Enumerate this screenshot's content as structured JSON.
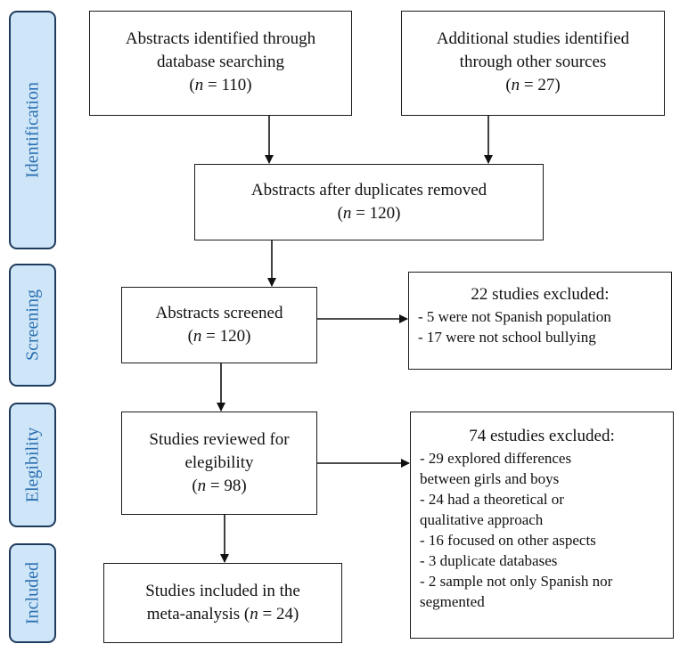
{
  "phases": {
    "identification": "Identification",
    "screening": "Screening",
    "elegibility": "Elegibility",
    "included": "Included"
  },
  "boxes": {
    "database": {
      "line1": "Abstracts identified through",
      "line2": "database searching",
      "n_prefix": "n",
      "n_value": " = 110"
    },
    "other": {
      "line1": "Additional studies identified",
      "line2": "through other sources",
      "n_prefix": "n",
      "n_value": " = 27"
    },
    "duplicates": {
      "line1": "Abstracts after duplicates removed",
      "n_prefix": "n",
      "n_value": " = 120"
    },
    "screened": {
      "line1": "Abstracts screened",
      "n_prefix": "n",
      "n_value": " = 120"
    },
    "reviewed": {
      "line1": "Studies reviewed for",
      "line2": "elegibility",
      "n_prefix": "n",
      "n_value": " = 98"
    },
    "included": {
      "line1": "Studies included in the",
      "line2_text": "meta-analysis (",
      "n_prefix": "n",
      "n_value": " = 24)"
    }
  },
  "exclusions": {
    "screening": {
      "title": "22 studies excluded:",
      "items": [
        "- 5 were not Spanish population",
        "- 17 were not school bullying"
      ]
    },
    "elegibility": {
      "title": "74 estudies excluded:",
      "items": [
        "- 29 explored differences",
        "between girls and boys",
        "- 24 had a theoretical or",
        "qualitative approach",
        "- 16 focused on other aspects",
        "- 3 duplicate databases",
        "- 2 sample not only Spanish nor",
        "segmented"
      ]
    }
  }
}
